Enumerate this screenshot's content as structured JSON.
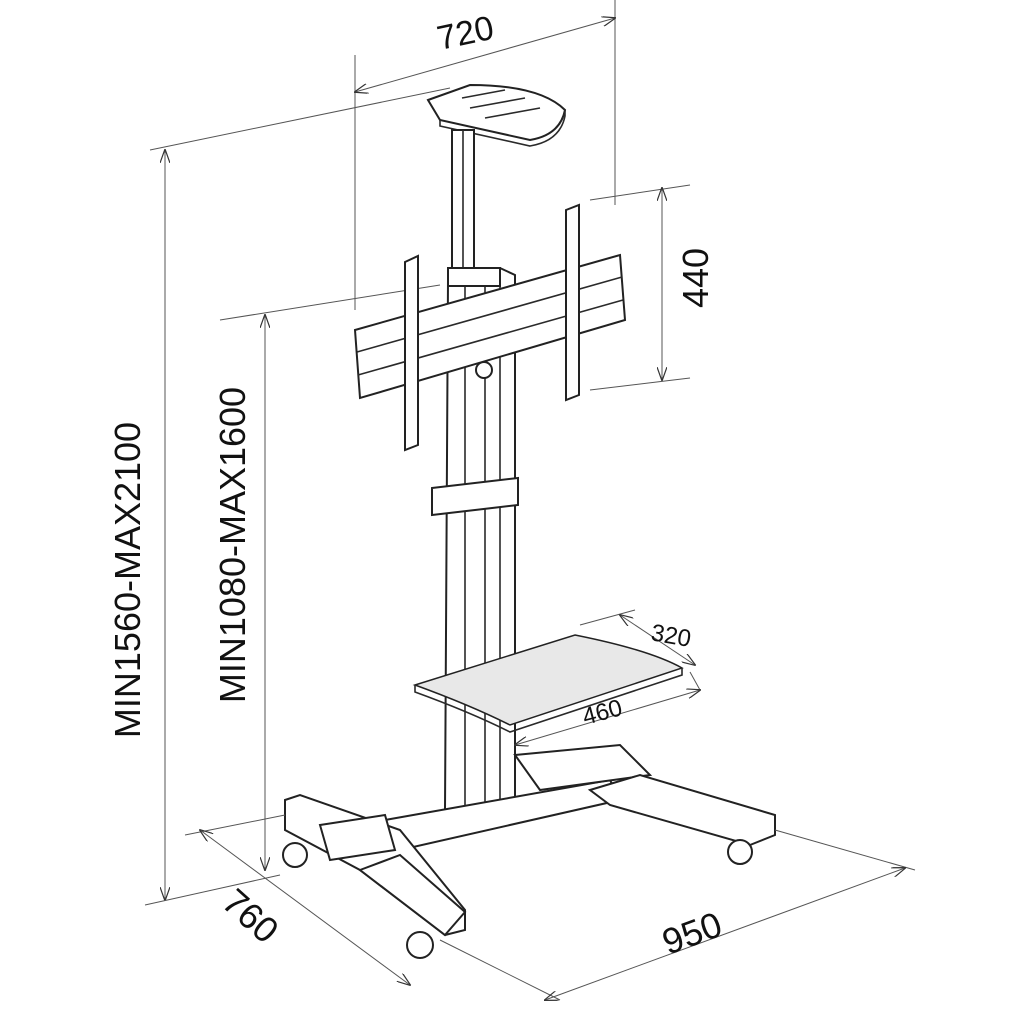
{
  "dimensions": {
    "top_width": "720",
    "mount_height": "440",
    "total_height": "MIN1560-MAX2100",
    "mount_center_height": "MIN1080-MAX1600",
    "shelf_depth": "320",
    "shelf_width": "460",
    "base_depth": "760",
    "base_width": "950"
  },
  "colors": {
    "line": "#222222",
    "background": "#ffffff"
  }
}
